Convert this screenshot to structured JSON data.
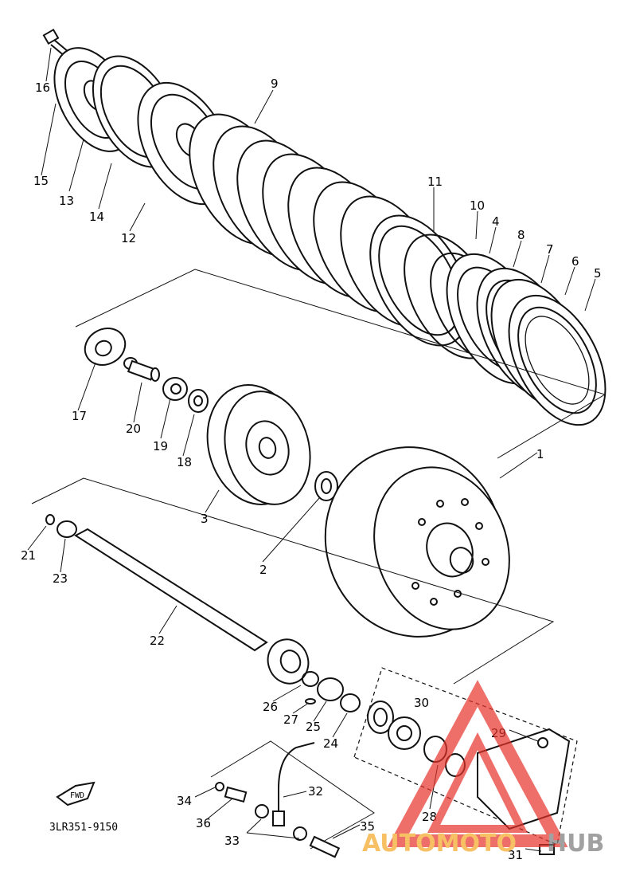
{
  "diagram": {
    "part_numbers": [
      "1",
      "2",
      "3",
      "4",
      "5",
      "6",
      "7",
      "8",
      "9",
      "10",
      "11",
      "12",
      "13",
      "14",
      "15",
      "16",
      "17",
      "18",
      "19",
      "20",
      "21",
      "22",
      "23",
      "24",
      "25",
      "26",
      "27",
      "28",
      "29",
      "30",
      "31",
      "32",
      "33",
      "34",
      "35",
      "36"
    ],
    "drawing_code": "3LR351-9150",
    "fwd_label": "FWD"
  },
  "watermark": {
    "text_orange": "AUTOMOTO",
    "text_gray": "HUB",
    "colors": {
      "triangle": "#e8332a",
      "orange": "#f5a623",
      "gray": "#7a7a7a"
    }
  }
}
